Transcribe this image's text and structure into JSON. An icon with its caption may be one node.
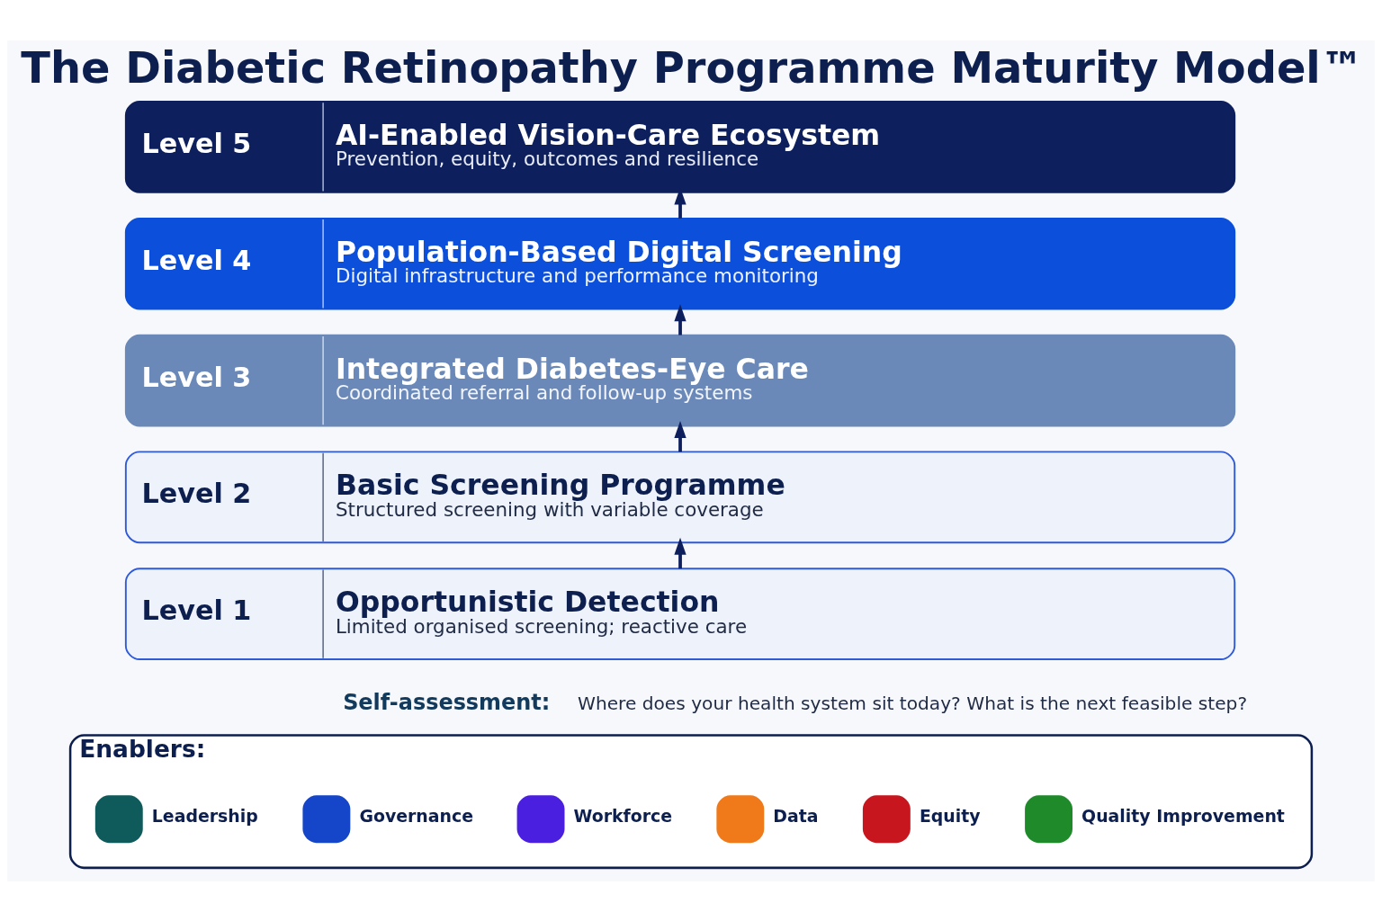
{
  "diagram": {
    "title": "The Diabetic Retinopathy Programme Maturity Model™",
    "nodes": [
      {
        "text": [
          "Level 5",
          "AI-Enabled Vision-Care Ecosystem",
          "Prevention, equity, outcomes and resilience"
        ]
      },
      {
        "text": [
          "Level 4",
          "Population-Based Digital Screening",
          "Digital infrastructure and performance monitoring"
        ]
      },
      {
        "text": [
          "Level 3",
          "Integrated Diabetes-Eye Care",
          "Coordinated referral and follow-up systems"
        ]
      },
      {
        "text": [
          "Level 2",
          "Basic Screening Programme",
          "Structured screening with variable coverage"
        ]
      },
      {
        "text": [
          "Level 1",
          "Opportunistic Detection",
          "Limited organised screening; reactive care"
        ]
      },
      {
        "text": [
          "Enablers:"
        ]
      },
      {
        "text": [
          "Leadership"
        ],
        "in": 5
      },
      {
        "text": [
          "Governance"
        ],
        "in": 5
      },
      {
        "text": [
          "Workforce"
        ],
        "in": 5
      },
      {
        "text": [
          "Data"
        ],
        "in": 5
      },
      {
        "text": [
          "Equity"
        ],
        "in": 5
      },
      {
        "text": [
          "Quality Improvement"
        ],
        "in": 5
      }
    ],
    "edges": [
      {
        "from": 1,
        "to": 0,
        "arrow": "to"
      },
      {
        "from": 2,
        "to": 1,
        "arrow": "to"
      },
      {
        "from": 3,
        "to": 2,
        "arrow": "to"
      },
      {
        "from": 4,
        "to": 3,
        "arrow": "to"
      }
    ],
    "labels": [
      "Self-assessment:",
      "Where does your health system sit today? What is the next feasible step?"
    ]
  }
}
